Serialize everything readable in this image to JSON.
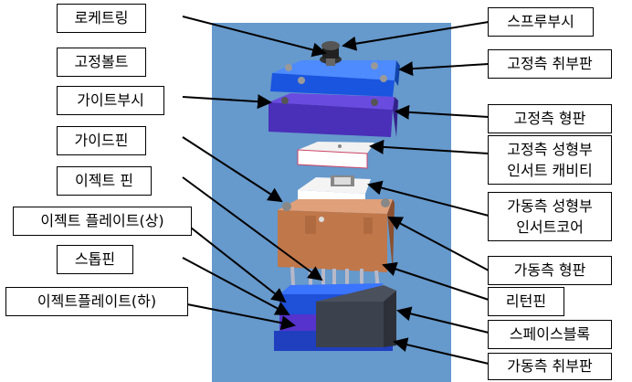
{
  "colors": {
    "background_panel": "#6699cc",
    "fixed_plate": "#2266ee",
    "fixed_template": "#5533cc",
    "insert": "#ffffff",
    "moving_template": "#c0774a",
    "ejector_plate": "#2255dd",
    "space_block": "#444a55",
    "arrow": "#000000"
  },
  "labels_left": {
    "locating_ring": "로케트링",
    "fixing_bolt": "고정볼트",
    "guide_bush": "가이트부시",
    "guide_pin": "가이드핀",
    "eject_pin": "이젝트 핀",
    "eject_plate_upper": "이젝트 플레이트(상)",
    "stop_pin": "스톱핀",
    "eject_plate_lower": "이젝트플레이트(하)"
  },
  "labels_right": {
    "sprue_bush": "스프루부시",
    "fixed_clamp_plate": "고정측 취부판",
    "fixed_template": "고정측 형판",
    "fixed_cavity_line1": "고정측 성형부",
    "fixed_cavity_line2": "인서트 캐비티",
    "moving_core_line1": "가동측 성형부",
    "moving_core_line2": "인서트코어",
    "moving_template": "가동측 형판",
    "return_pin": "리턴핀",
    "space_block": "스페이스블록",
    "moving_clamp_plate": "가동측 취부판"
  }
}
